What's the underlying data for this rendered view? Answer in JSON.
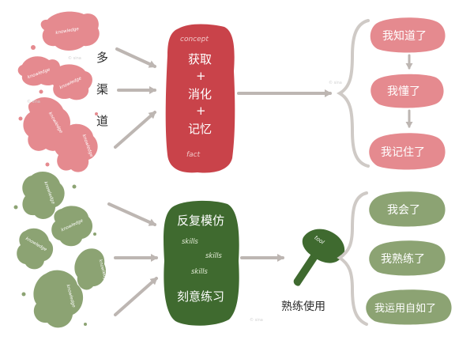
{
  "colors": {
    "pink": "#e58a8f",
    "red": "#c9434a",
    "green_light": "#8ca373",
    "green_dark": "#3f6a2f",
    "arrow": "#bdb6b2"
  },
  "knowledge_label": "knowledge",
  "channel_label": [
    "多",
    "渠",
    "道"
  ],
  "top_box": {
    "top_note": "concept",
    "lines": [
      "获取",
      "+",
      "消化",
      "+",
      "记忆"
    ],
    "bottom_note": "fact"
  },
  "bottom_box": {
    "line1": "反复模仿",
    "skills": [
      "skills",
      "skills",
      "skills"
    ],
    "line2": "刻意练习"
  },
  "tool": {
    "label": "tool",
    "caption": "熟练使用"
  },
  "top_outcomes": [
    "我知道了",
    "我懂了",
    "我记住了"
  ],
  "bottom_outcomes": [
    "我会了",
    "我熟练了",
    "我运用自如了"
  ],
  "watermark": "© sina"
}
